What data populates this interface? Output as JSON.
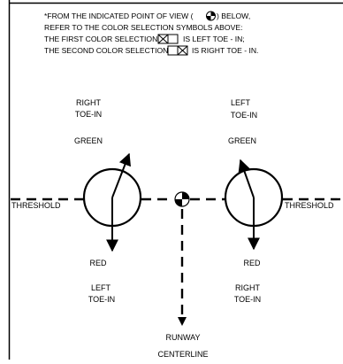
{
  "note": {
    "line1": "*FROM THE INDICATED POINT OF VIEW (",
    "line1_end": ") BELOW,",
    "line2": "REFER TO THE COLOR SELECTION SYMBOLS ABOVE:",
    "line3_start": "THE FIRST COLOR SELECTION",
    "line3_end": "IS LEFT TOE - IN;",
    "line4_start": "THE SECOND COLOR SELECTION",
    "line4_end": "IS RIGHT TOE - IN."
  },
  "left_light": {
    "top_label_1": "RIGHT",
    "top_label_2": "TOE-IN",
    "top_color": "GREEN",
    "bottom_color": "RED",
    "bottom_label_1": "LEFT",
    "bottom_label_2": "TOE-IN",
    "threshold": "THRESHOLD"
  },
  "right_light": {
    "top_label_1": "LEFT",
    "top_label_2": "TOE-IN",
    "top_color": "GREEN",
    "bottom_color": "RED",
    "bottom_label_1": "RIGHT",
    "bottom_label_2": "TOE-IN",
    "threshold": "THRESHOLD"
  },
  "centerline": {
    "label_1": "RUNWAY",
    "label_2": "CENTERLINE"
  },
  "colors": {
    "line": "#000000",
    "background": "#ffffff"
  }
}
